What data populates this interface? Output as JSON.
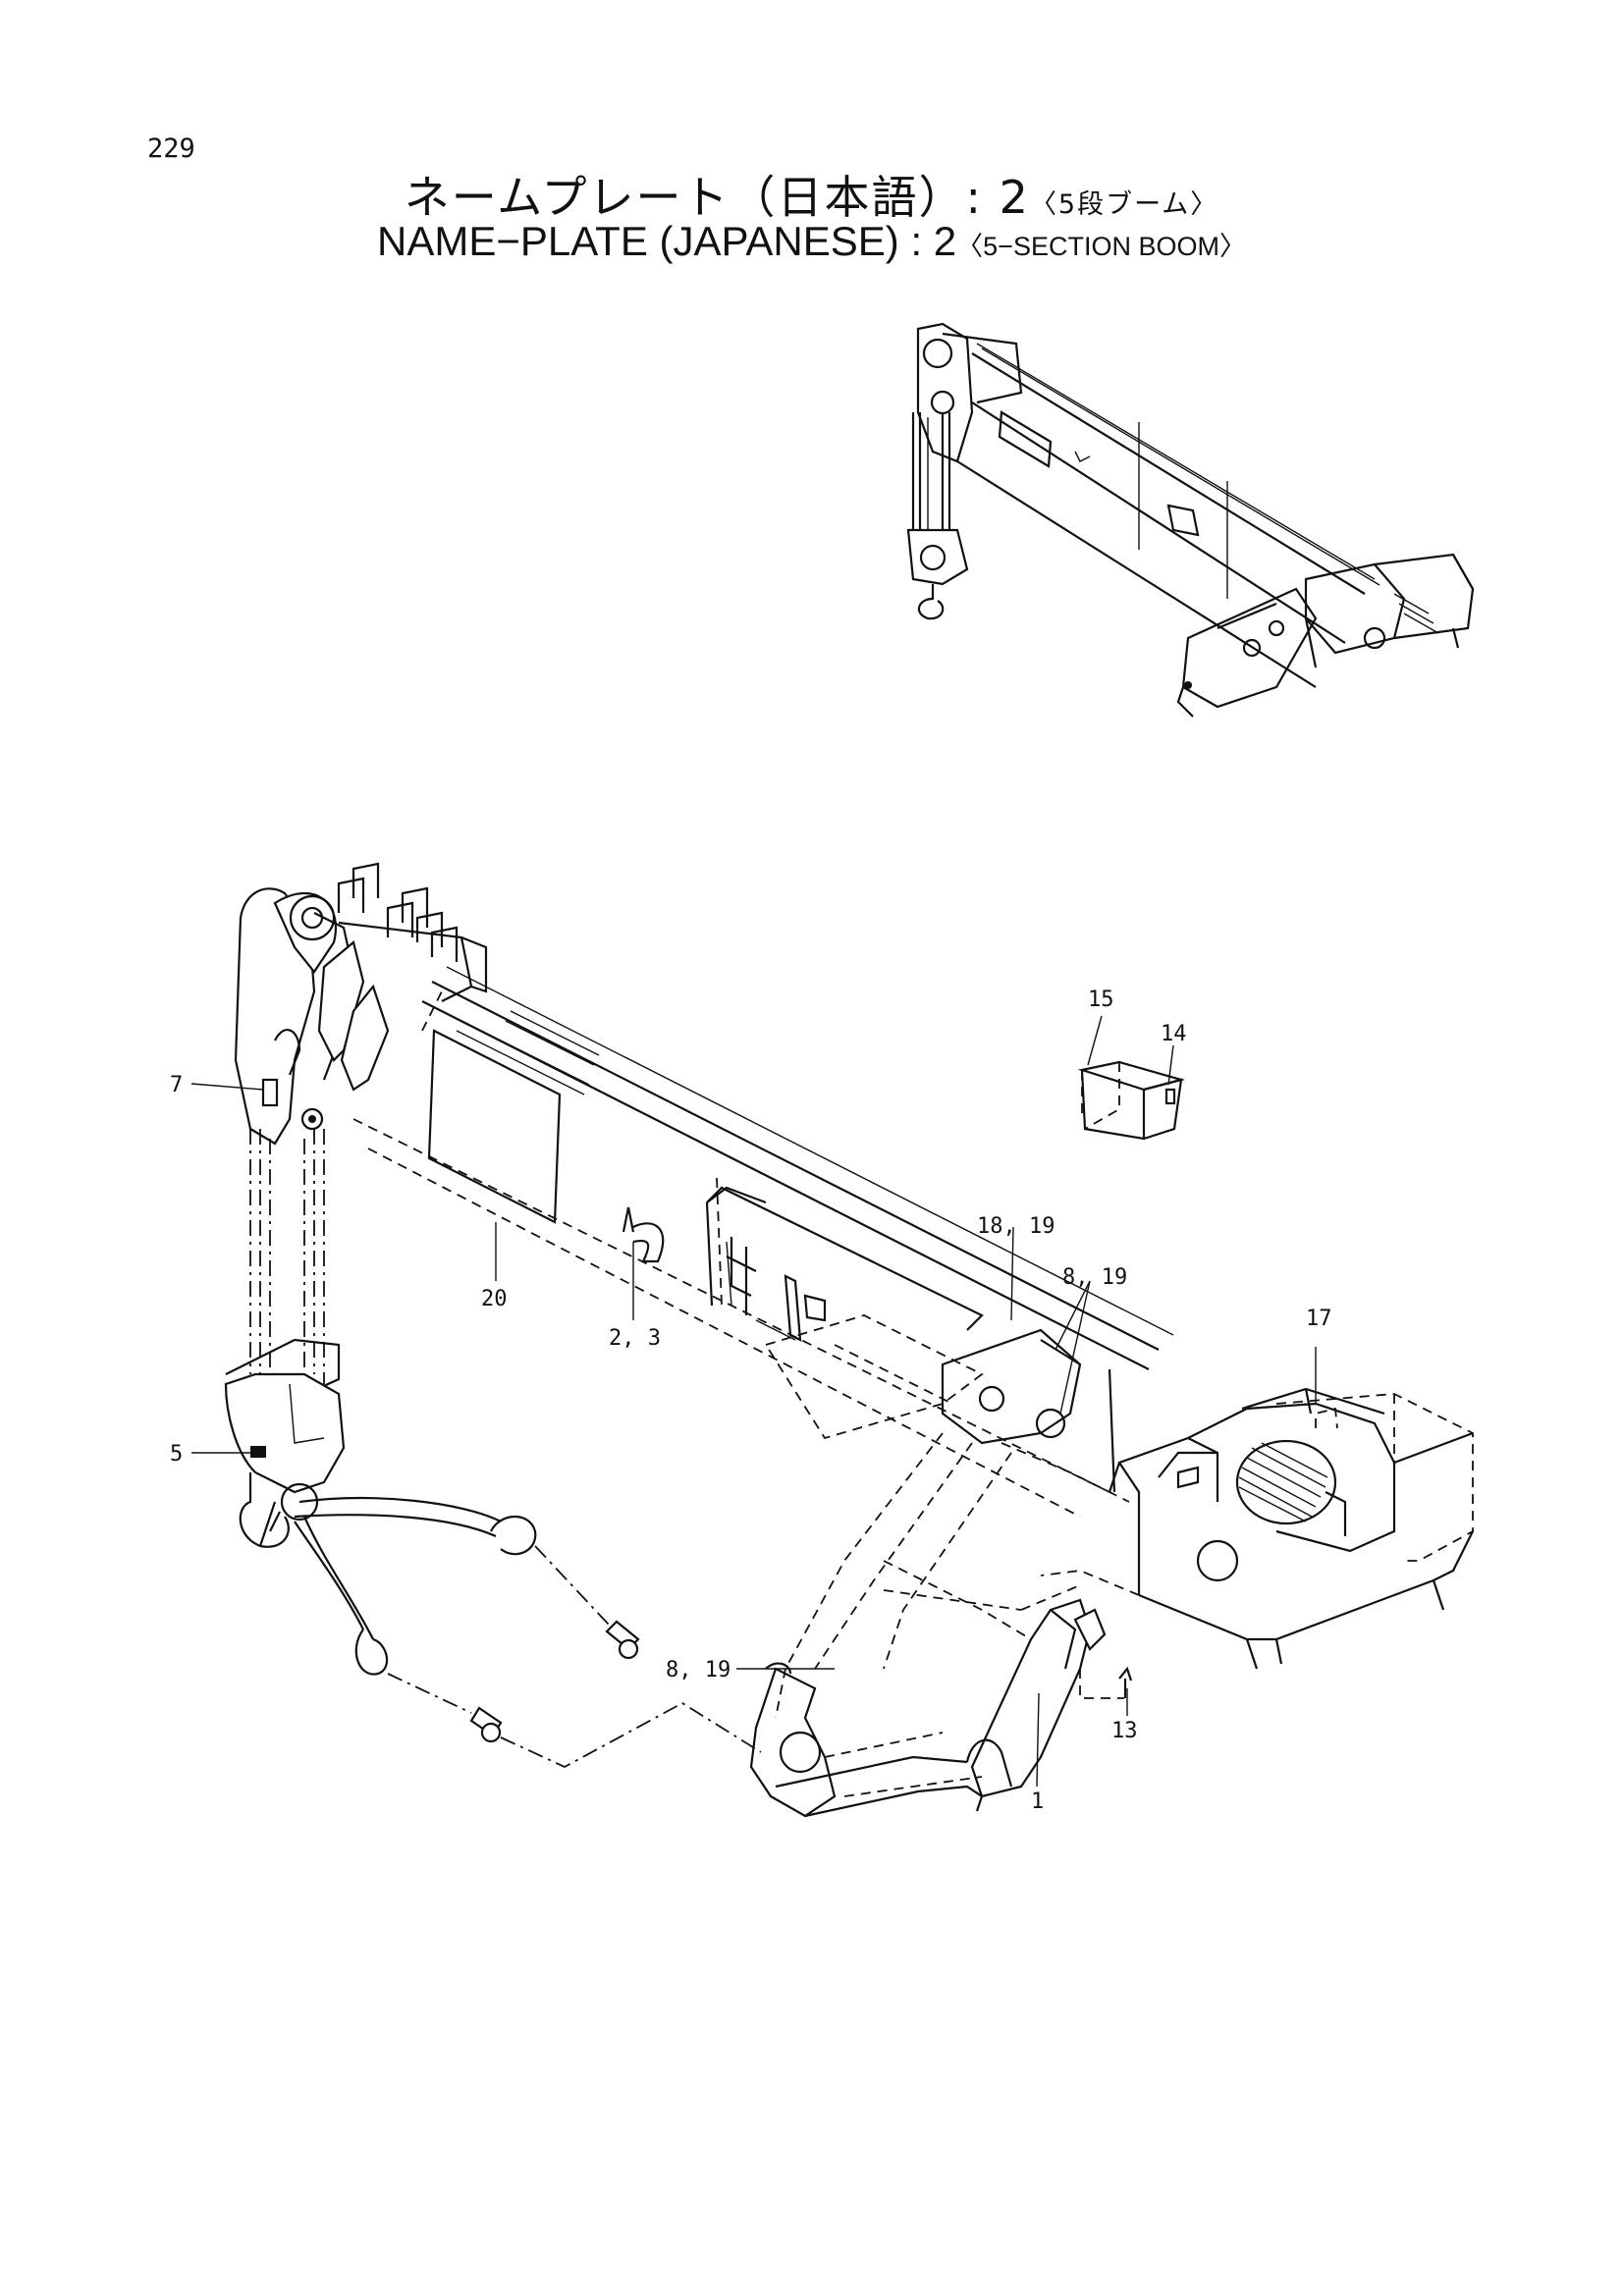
{
  "page_number": "229",
  "title": {
    "jp_main": "ネームプレート（日本語）: 2",
    "jp_sub": "〈5段ブーム〉",
    "en_main": "NAME−PLATE (JAPANESE) : 2",
    "en_sub": "〈5−SECTION BOOM〉"
  },
  "callouts": {
    "c1": "1",
    "c2_3": "2, 3",
    "c5": "5",
    "c7": "7",
    "c8_19_a": "8, 19",
    "c8_19_b": "8, 19",
    "c13": "13",
    "c14": "14",
    "c15": "15",
    "c17": "17",
    "c18_19": "18, 19",
    "c20": "20"
  }
}
